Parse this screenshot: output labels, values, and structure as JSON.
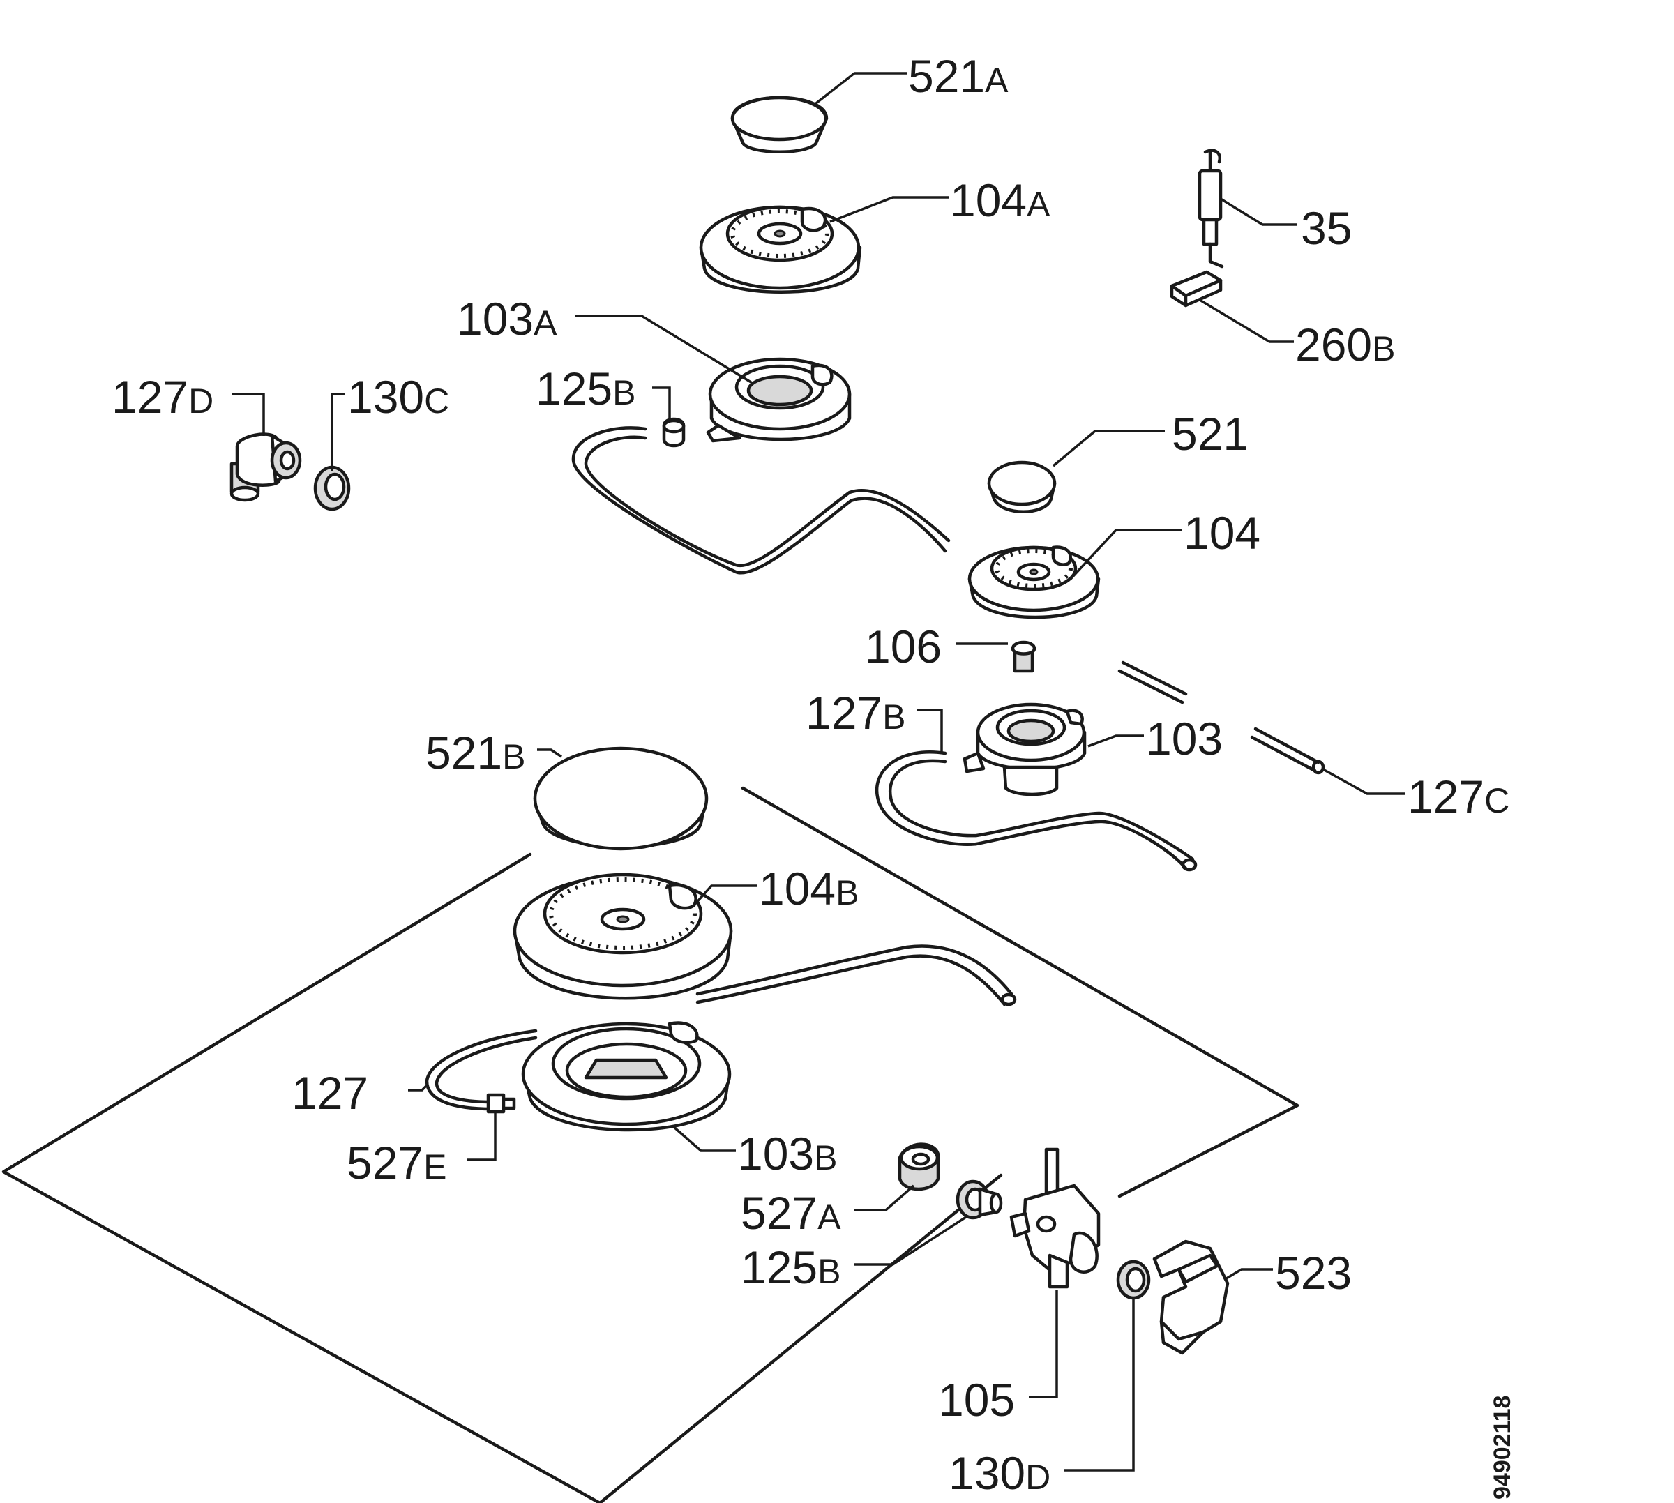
{
  "diagram_code": "94902118",
  "parts": [
    {
      "id": "p521a",
      "number": "521",
      "suffix": "A"
    },
    {
      "id": "p104a",
      "number": "104",
      "suffix": "A"
    },
    {
      "id": "p35",
      "number": "35",
      "suffix": ""
    },
    {
      "id": "p260b",
      "number": "260",
      "suffix": "B"
    },
    {
      "id": "p103a",
      "number": "103",
      "suffix": "A"
    },
    {
      "id": "p125b1",
      "number": "125",
      "suffix": "B"
    },
    {
      "id": "p127d",
      "number": "127",
      "suffix": "D"
    },
    {
      "id": "p130c",
      "number": "130",
      "suffix": "C"
    },
    {
      "id": "p521",
      "number": "521",
      "suffix": ""
    },
    {
      "id": "p104",
      "number": "104",
      "suffix": ""
    },
    {
      "id": "p106",
      "number": "106",
      "suffix": ""
    },
    {
      "id": "p127b",
      "number": "127",
      "suffix": "B"
    },
    {
      "id": "p103",
      "number": "103",
      "suffix": ""
    },
    {
      "id": "p127c",
      "number": "127",
      "suffix": "C"
    },
    {
      "id": "p521b",
      "number": "521",
      "suffix": "B"
    },
    {
      "id": "p104b",
      "number": "104",
      "suffix": "B"
    },
    {
      "id": "p127",
      "number": "127",
      "suffix": ""
    },
    {
      "id": "p527e",
      "number": "527",
      "suffix": "E"
    },
    {
      "id": "p103b",
      "number": "103",
      "suffix": "B"
    },
    {
      "id": "p527a",
      "number": "527",
      "suffix": "A"
    },
    {
      "id": "p125b2",
      "number": "125",
      "suffix": "B"
    },
    {
      "id": "p523",
      "number": "523",
      "suffix": ""
    },
    {
      "id": "p105",
      "number": "105",
      "suffix": ""
    },
    {
      "id": "p130d",
      "number": "130",
      "suffix": "D"
    }
  ]
}
